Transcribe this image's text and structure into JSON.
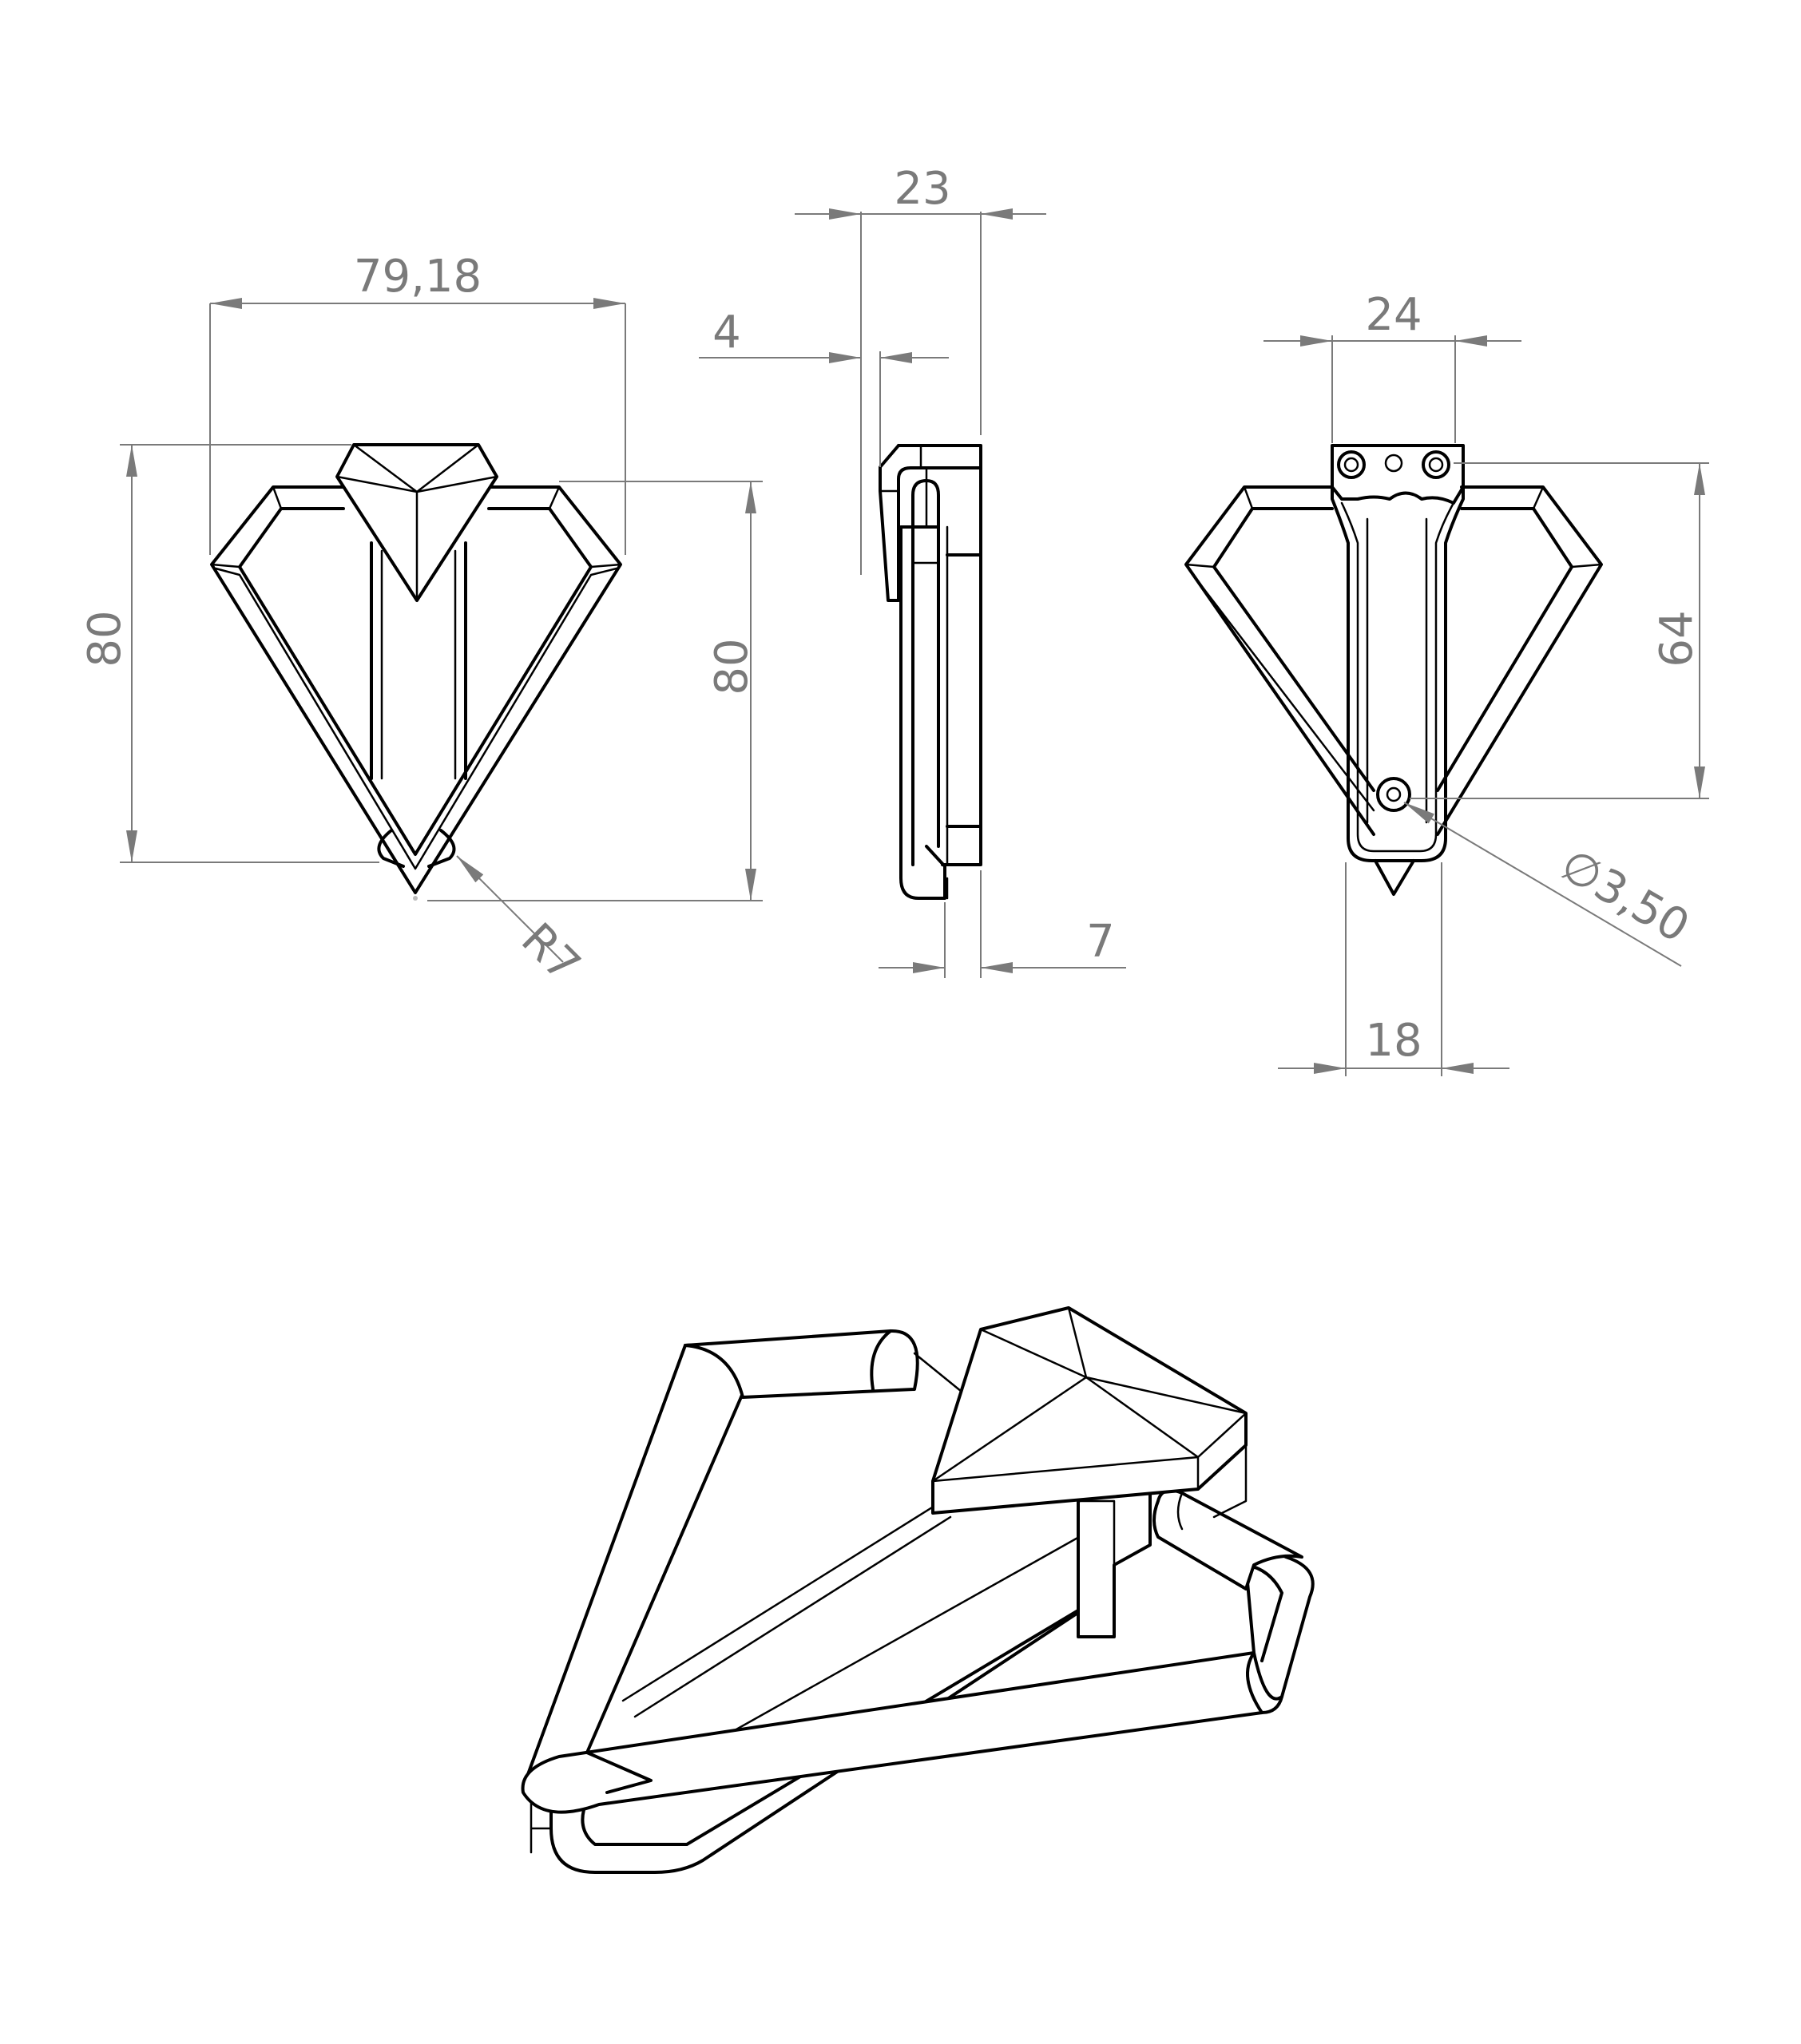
{
  "dimensions": {
    "front_width": "79,18",
    "front_height_left": "80",
    "front_height_right": "80",
    "front_radius": "R7",
    "side_total_width": "23",
    "side_hook_width": "4",
    "side_base_width": "7",
    "back_top_width": "24",
    "back_height": "64",
    "back_bottom_width": "18",
    "back_hole_diameter": "∅3,50"
  },
  "colors": {
    "line": "#000000",
    "dimension": "#7a7a7a",
    "background": "#ffffff"
  }
}
